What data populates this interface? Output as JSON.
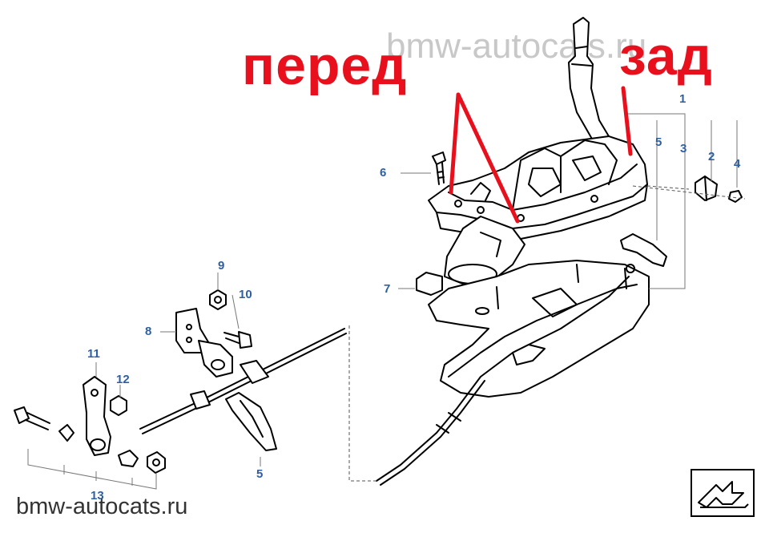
{
  "watermark_top": "bmw-autocats.ru",
  "watermark_bottom": "bmw-autocats.ru",
  "label_front": "перед",
  "label_rear": "зад",
  "callouts": {
    "c1": "1",
    "c2": "2",
    "c3": "3",
    "c4": "4",
    "c5a": "5",
    "c6": "6",
    "c7": "7",
    "c8": "8",
    "c9": "9",
    "c10": "10",
    "c11": "11",
    "c12": "12",
    "c13": "13",
    "c5b": "5"
  },
  "nav_icon": "next-arrow-icon",
  "colors": {
    "accent_red": "#e8101c",
    "callout_blue": "#2f5fa0",
    "line": "#000000"
  }
}
